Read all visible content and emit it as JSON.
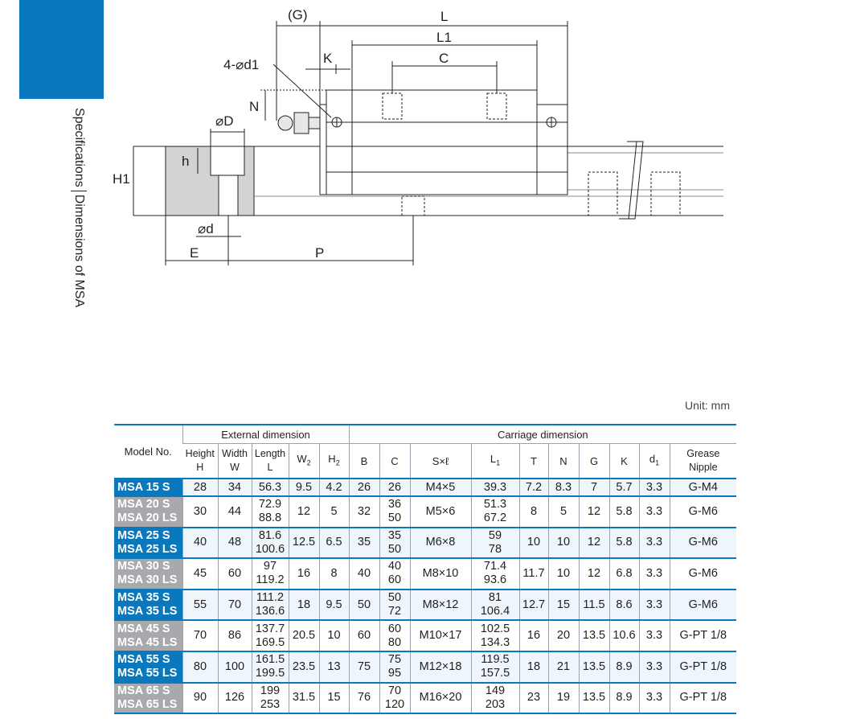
{
  "side": {
    "tab_title": "LINEAR GUIDEWAY",
    "caption_left": "Specifications",
    "caption_right": "Dimensions of MSA"
  },
  "drawing_labels": {
    "g": "(G)",
    "l": "L",
    "l1": "L1",
    "c": "C",
    "d1": "4-⌀d1",
    "k": "K",
    "n": "N",
    "od": "⌀D",
    "h": "h",
    "h1": "H1",
    "d": "⌀d",
    "e": "E",
    "p": "P"
  },
  "unit": "Unit: mm",
  "table": {
    "header": {
      "model": "Model No.",
      "external": "External dimension",
      "carriage": "Carriage dimension",
      "height": [
        "Height",
        "H"
      ],
      "width": [
        "Width",
        "W"
      ],
      "length": [
        "Length",
        "L"
      ],
      "w2": "W",
      "w2_sub": "2",
      "h2": "H",
      "h2_sub": "2",
      "b": "B",
      "c": "C",
      "sxl": "S×ℓ",
      "l1": "L",
      "l1_sub": "1",
      "t": "T",
      "n": "N",
      "g": "G",
      "k": "K",
      "d1": "d",
      "d1_sub": "1",
      "grease": [
        "Grease",
        "Nipple"
      ]
    },
    "rows": [
      {
        "m1": "MSA 15 S",
        "m2": "",
        "h": "28",
        "w": "34",
        "l1v": "56.3",
        "l2v": "",
        "w2": "9.5",
        "h2": "4.2",
        "b": "26",
        "c1": "26",
        "c2": "",
        "sxl": "M4×5",
        "la": "39.3",
        "lb": "",
        "t": "7.2",
        "n": "8.3",
        "g": "7",
        "k": "5.7",
        "d1": "3.3",
        "grease": "G-M4"
      },
      {
        "m1": "MSA 20 S",
        "m2": "MSA 20 LS",
        "h": "30",
        "w": "44",
        "l1v": "72.9",
        "l2v": "88.8",
        "w2": "12",
        "h2": "5",
        "b": "32",
        "c1": "36",
        "c2": "50",
        "sxl": "M5×6",
        "la": "51.3",
        "lb": "67.2",
        "t": "8",
        "n": "5",
        "g": "12",
        "k": "5.8",
        "d1": "3.3",
        "grease": "G-M6"
      },
      {
        "m1": "MSA 25 S",
        "m2": "MSA 25 LS",
        "h": "40",
        "w": "48",
        "l1v": "81.6",
        "l2v": "100.6",
        "w2": "12.5",
        "h2": "6.5",
        "b": "35",
        "c1": "35",
        "c2": "50",
        "sxl": "M6×8",
        "la": "59",
        "lb": "78",
        "t": "10",
        "n": "10",
        "g": "12",
        "k": "5.8",
        "d1": "3.3",
        "grease": "G-M6"
      },
      {
        "m1": "MSA 30 S",
        "m2": "MSA 30 LS",
        "h": "45",
        "w": "60",
        "l1v": "97",
        "l2v": "119.2",
        "w2": "16",
        "h2": "8",
        "b": "40",
        "c1": "40",
        "c2": "60",
        "sxl": "M8×10",
        "la": "71.4",
        "lb": "93.6",
        "t": "11.7",
        "n": "10",
        "g": "12",
        "k": "6.8",
        "d1": "3.3",
        "grease": "G-M6"
      },
      {
        "m1": "MSA 35 S",
        "m2": "MSA 35 LS",
        "h": "55",
        "w": "70",
        "l1v": "111.2",
        "l2v": "136.6",
        "w2": "18",
        "h2": "9.5",
        "b": "50",
        "c1": "50",
        "c2": "72",
        "sxl": "M8×12",
        "la": "81",
        "lb": "106.4",
        "t": "12.7",
        "n": "15",
        "g": "11.5",
        "k": "8.6",
        "d1": "3.3",
        "grease": "G-M6"
      },
      {
        "m1": "MSA 45 S",
        "m2": "MSA 45 LS",
        "h": "70",
        "w": "86",
        "l1v": "137.7",
        "l2v": "169.5",
        "w2": "20.5",
        "h2": "10",
        "b": "60",
        "c1": "60",
        "c2": "80",
        "sxl": "M10×17",
        "la": "102.5",
        "lb": "134.3",
        "t": "16",
        "n": "20",
        "g": "13.5",
        "k": "10.6",
        "d1": "3.3",
        "grease": "G-PT 1/8"
      },
      {
        "m1": "MSA 55 S",
        "m2": "MSA 55 LS",
        "h": "80",
        "w": "100",
        "l1v": "161.5",
        "l2v": "199.5",
        "w2": "23.5",
        "h2": "13",
        "b": "75",
        "c1": "75",
        "c2": "95",
        "sxl": "M12×18",
        "la": "119.5",
        "lb": "157.5",
        "t": "18",
        "n": "21",
        "g": "13.5",
        "k": "8.9",
        "d1": "3.3",
        "grease": "G-PT 1/8"
      },
      {
        "m1": "MSA 65 S",
        "m2": "MSA 65 LS",
        "h": "90",
        "w": "126",
        "l1v": "199",
        "l2v": "253",
        "w2": "31.5",
        "h2": "15",
        "b": "76",
        "c1": "70",
        "c2": "120",
        "sxl": "M16×20",
        "la": "149",
        "lb": "203",
        "t": "23",
        "n": "19",
        "g": "13.5",
        "k": "8.9",
        "d1": "3.3",
        "grease": "G-PT 1/8"
      }
    ]
  }
}
